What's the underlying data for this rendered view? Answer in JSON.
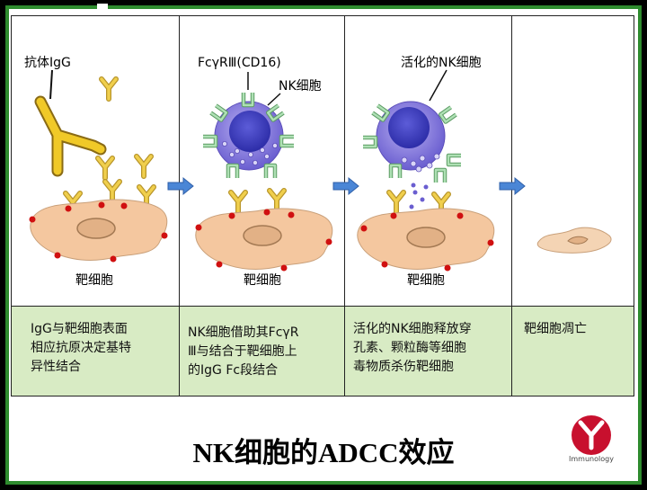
{
  "panels": [
    {
      "labels": {
        "antibody": "抗体IgG",
        "target": "靶细胞"
      },
      "caption": [
        "IgG与靶细胞表面",
        "相应抗原决定基特",
        "异性结合"
      ]
    },
    {
      "labels": {
        "receptor": "FcγRⅢ(CD16)",
        "nk": "NK细胞",
        "target": "靶细胞"
      },
      "caption": [
        "NK细胞借助其FcγR",
        "Ⅲ与结合于靶细胞上",
        "的IgG Fc段结合"
      ]
    },
    {
      "labels": {
        "nk": "活化的NK细胞",
        "target": "靶细胞"
      },
      "caption": [
        "活化的NK细胞释放穿",
        "孔素、颗粒酶等细胞",
        "毒物质杀伤靶细胞"
      ]
    },
    {
      "labels": {},
      "caption": [
        "靶细胞凋亡"
      ]
    }
  ],
  "title": "NK细胞的ADCC效应",
  "logo_text": "Immunology",
  "colors": {
    "border": "#2e8b2e",
    "caption_bg": "#d8ebc4",
    "nk_cell": "#7b6fd8",
    "target_cell": "#f4c79f",
    "antibody": "#e8c54a",
    "receptor": "#9fd6a8",
    "arrow": "#4a86d6"
  }
}
